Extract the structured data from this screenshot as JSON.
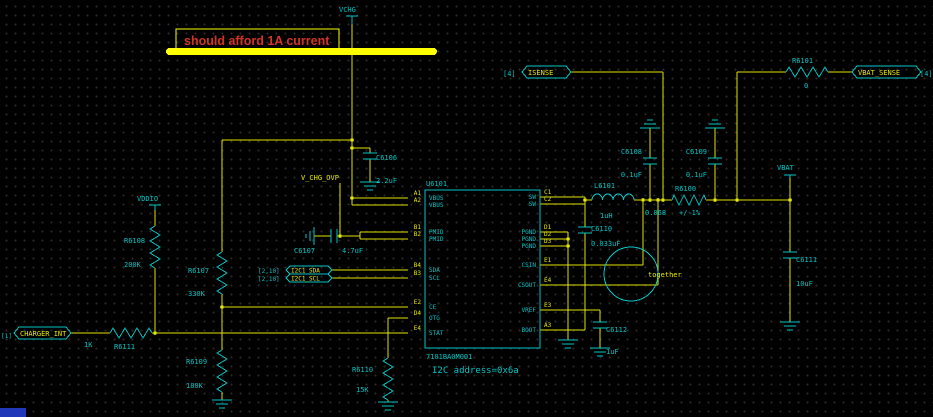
{
  "annotation": {
    "text": "should afford 1A current"
  },
  "notes": {
    "i2c_address": "I2C address=0x6a",
    "together": "together"
  },
  "power_nets": {
    "vchg": "VCHG",
    "vddio": "VDDIO",
    "vbat": "VBAT"
  },
  "net_labels": {
    "charger_int": {
      "page_ref": "[1]",
      "name": "CHARGER_INT"
    },
    "isense": {
      "page_ref": "[4]",
      "name": "ISENSE"
    },
    "vbat_sense": {
      "name": "VBAT_SENSE",
      "page_ref": "[4]"
    },
    "v_chg_ovp": {
      "name": "V_CHG_OVP"
    },
    "i2c1_sda": {
      "page_ref": "[2,10]",
      "name": "I2C1_SDA"
    },
    "i2c1_scl": {
      "page_ref": "[2,10]",
      "name": "I2C1_SCL"
    }
  },
  "components": {
    "u6101": {
      "ref": "U6101",
      "part": "7101BA0M001",
      "left_pins": [
        {
          "num": "A1",
          "name": "VBUS"
        },
        {
          "num": "A2",
          "name": "VBUS"
        },
        {
          "num": "B1",
          "name": "PMID"
        },
        {
          "num": "B2",
          "name": "PMID"
        },
        {
          "num": "B4",
          "name": "SDA"
        },
        {
          "num": "B3",
          "name": "SCL"
        },
        {
          "num": "E2",
          "name": "CE"
        },
        {
          "num": "D4",
          "name": "OTG"
        },
        {
          "num": "E4",
          "name": "STAT"
        }
      ],
      "right_pins": [
        {
          "num": "C1",
          "name": "SW"
        },
        {
          "num": "C2",
          "name": "SW"
        },
        {
          "num": "D1",
          "name": "PGND"
        },
        {
          "num": "D2",
          "name": "PGND"
        },
        {
          "num": "D3",
          "name": "PGND"
        },
        {
          "num": "E1",
          "name": "CSIN"
        },
        {
          "num": "E4",
          "name": "CSOUT"
        },
        {
          "num": "E3",
          "name": "VREF"
        },
        {
          "num": "A3",
          "name": "BOOT"
        }
      ]
    },
    "r6100": {
      "ref": "R6100",
      "value": "0.068",
      "tolerance": "+/-1%"
    },
    "r6101": {
      "ref": "R6101",
      "value": "0"
    },
    "r6107": {
      "ref": "R6107",
      "value": "330K"
    },
    "r6108": {
      "ref": "R6108",
      "value": "200K"
    },
    "r6109": {
      "ref": "R6109",
      "value": "180K"
    },
    "r6110": {
      "ref": "R6110",
      "value": "15K"
    },
    "r6111": {
      "ref": "R6111",
      "value": "1K"
    },
    "l6101": {
      "ref": "L6101",
      "value": "1uH"
    },
    "c6106": {
      "ref": "C6106",
      "value": "2.2uF"
    },
    "c6107": {
      "ref": "C6107",
      "value": "4.7uF"
    },
    "c6108": {
      "ref": "C6108",
      "value": "0.1uF"
    },
    "c6109": {
      "ref": "C6109",
      "value": "0.1uF"
    },
    "c6110": {
      "ref": "C6110",
      "value": "0.033uF"
    },
    "c6111": {
      "ref": "C6111",
      "value": "10uF"
    },
    "c6112": {
      "ref": "C6112",
      "value": "1uF"
    }
  },
  "colors": {
    "background": "#000000",
    "wire": "#e2e200",
    "symbol": "#00c6c6",
    "highlight": "#ffff00",
    "annotation_text": "#d23524"
  }
}
